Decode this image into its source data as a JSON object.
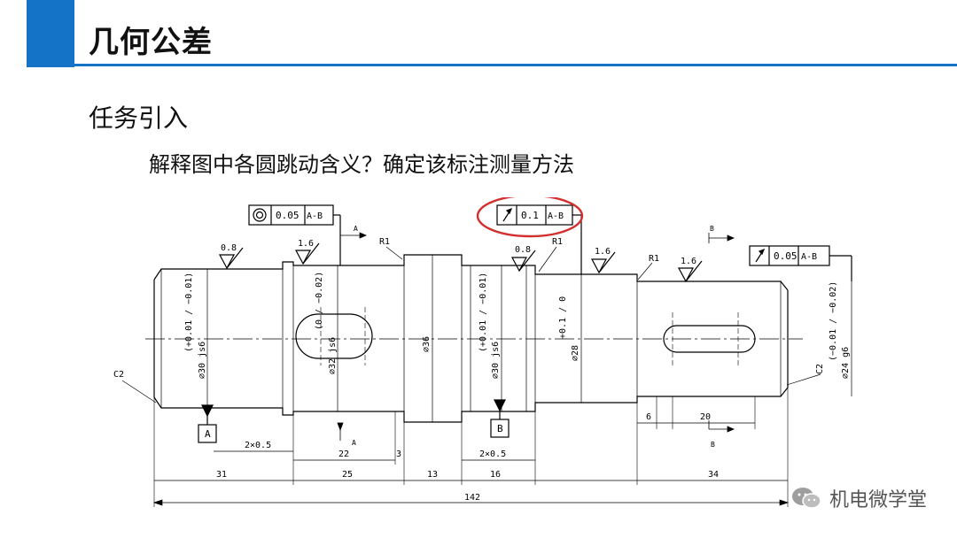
{
  "header": {
    "title": "几何公差",
    "accent_color": "#1473c6"
  },
  "section": {
    "subtitle": "任务引入",
    "question": "解释图中各圆跳动含义？确定该标注测量方法"
  },
  "fcf": {
    "top_left": {
      "symbol": "concentricity-icon",
      "value": "0.05",
      "datum": "A-B"
    },
    "top_mid": {
      "symbol": "circular-runout-icon",
      "value": "0.1",
      "datum": "A-B"
    },
    "right": {
      "symbol": "circular-runout-icon",
      "value": "0.05",
      "datum": "A-B"
    }
  },
  "datums": {
    "a": "A",
    "b": "B"
  },
  "roughness": {
    "r1": "0.8",
    "r2": "1.6",
    "r3": "0.8",
    "r4": "1.6",
    "r5": "1.6"
  },
  "labels": {
    "r1_left": "R1",
    "r1_mid": "R1",
    "r1_right": "R1",
    "c2_left": "C2",
    "c2_right": "C2",
    "section_a_top": "A",
    "section_a_bottom": "A",
    "section_b_top": "B",
    "section_b_bottom": "B"
  },
  "diameters": {
    "d1": "∅30 js6",
    "d1_tol": "(+0.01 / −0.01)",
    "d2": "∅32 js6",
    "d2_tol": "(0 / −0.02)",
    "d3": "∅36",
    "d4": "∅30 js6",
    "d4_tol": "(+0.01 / −0.01)",
    "d5": "∅28",
    "d5_tol": "+0.1 / 0",
    "d6": "∅24 g6",
    "d6_tol": "(−0.01 / −0.02)"
  },
  "dims": {
    "total": "142",
    "l31": "31",
    "l25": "25",
    "l13": "13",
    "l16": "16",
    "l34": "34",
    "g1": "2×0.5",
    "g2": "2×0.5",
    "k22": "22",
    "k3": "3",
    "k6": "6",
    "k20": "20"
  },
  "watermark": {
    "icon": "wechat-icon",
    "text": "机电微学堂"
  }
}
